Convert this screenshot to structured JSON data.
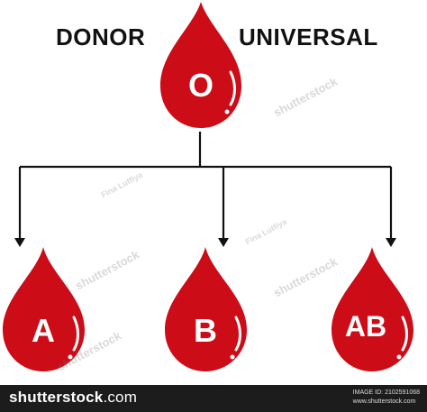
{
  "diagram": {
    "title_left": "DONOR",
    "title_right": "UNIVERSAL",
    "source_drop": {
      "label": "O"
    },
    "target_drops": [
      {
        "label": "A"
      },
      {
        "label": "B"
      },
      {
        "label": "AB"
      }
    ]
  },
  "colors": {
    "drop_fill": "#cc0c17",
    "drop_highlight": "#ffffff",
    "connector": "#111111"
  },
  "watermark": {
    "text": "shutterstock",
    "author": "Fina Lutfiya"
  },
  "footer": {
    "logo_main": "shutterstock",
    "logo_suffix": ".com",
    "image_id": "IMAGE ID: 2102591068",
    "site": "www.shutterstock.com"
  }
}
